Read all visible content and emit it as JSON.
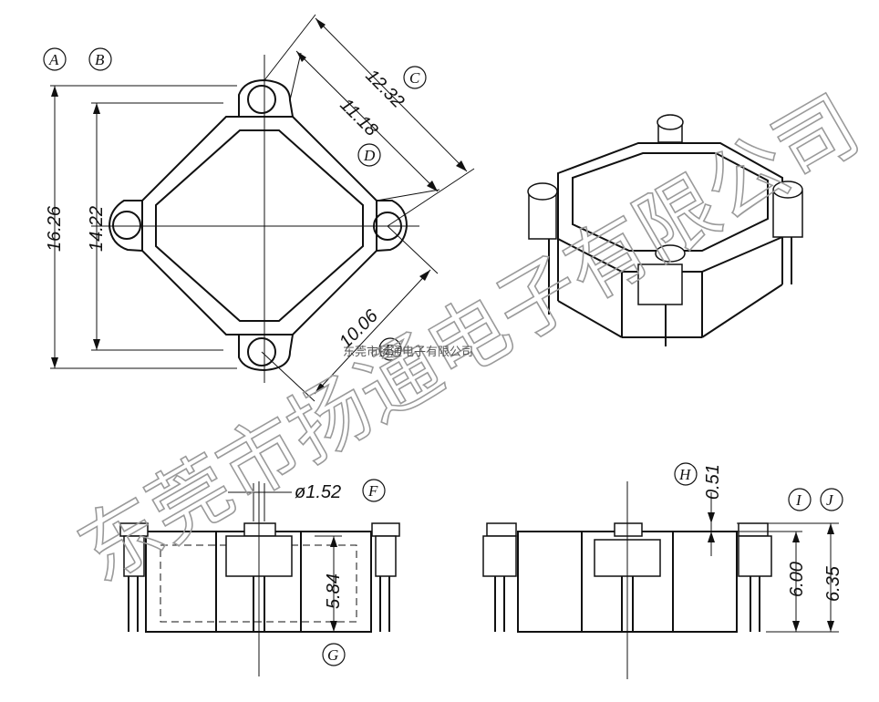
{
  "callouts": {
    "A": "A",
    "B": "B",
    "C": "C",
    "D": "D",
    "E": "E",
    "F": "F",
    "G": "G",
    "H": "H",
    "I": "I",
    "J": "J"
  },
  "dimensions": {
    "overall_height": "16.26",
    "inner_height": "14.22",
    "diagonal_outer": "12.32",
    "diagonal_inner": "11.18",
    "pin_spacing": "10.06",
    "pin_diameter": "ø1.52",
    "pin_length": "5.84",
    "top_offset": "0.51",
    "body_height": "6.00",
    "overall_side_height": "6.35"
  },
  "watermark": {
    "main": "东莞市扬通电子有限公司",
    "small": "东莞市扬通电子有限公司"
  }
}
